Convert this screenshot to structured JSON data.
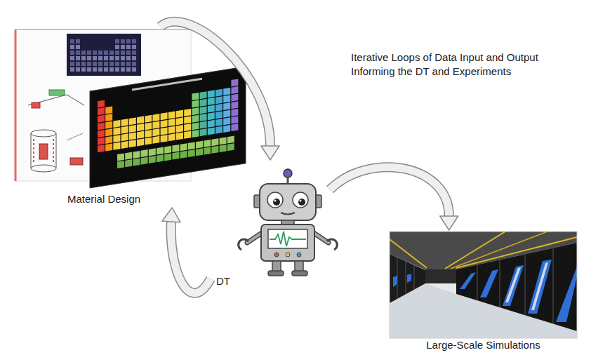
{
  "diagram": {
    "nodes": [
      {
        "text": [
          "Material Design"
        ]
      },
      {
        "text": [
          "DT"
        ]
      },
      {
        "text": [
          "Large-Scale Simulations"
        ]
      }
    ],
    "edges": [
      {
        "from": 0,
        "to": 1,
        "arrow": "to"
      },
      {
        "from": 1,
        "to": 2,
        "arrow": "to"
      },
      {
        "from": 1,
        "to": 0,
        "arrow": "to"
      }
    ],
    "labels": [
      "Iterative Loops of Data Input and Output Informing the DT and Experiments"
    ]
  }
}
